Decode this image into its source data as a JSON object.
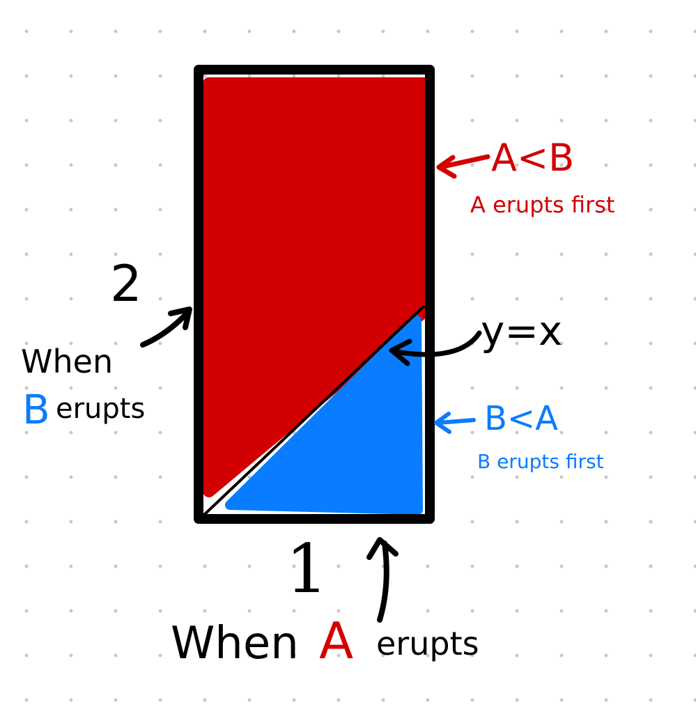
{
  "colors": {
    "background": "#ffffff",
    "grid_dot": "#c8c8c8",
    "ink": "#000000",
    "red_region": "#d20000",
    "blue_region": "#0a7cff"
  },
  "labels": {
    "left_number": "2",
    "left_when": "When",
    "left_b": "B",
    "left_erupts": "erupts",
    "bottom_number": "1",
    "bottom_when": "When",
    "bottom_a": "A",
    "bottom_erupts": "erupts",
    "diagonal_label": "y=x",
    "red_main": "A<B",
    "red_sub": "A erupts first",
    "blue_main": "B<A",
    "blue_sub": "B erupts first"
  }
}
